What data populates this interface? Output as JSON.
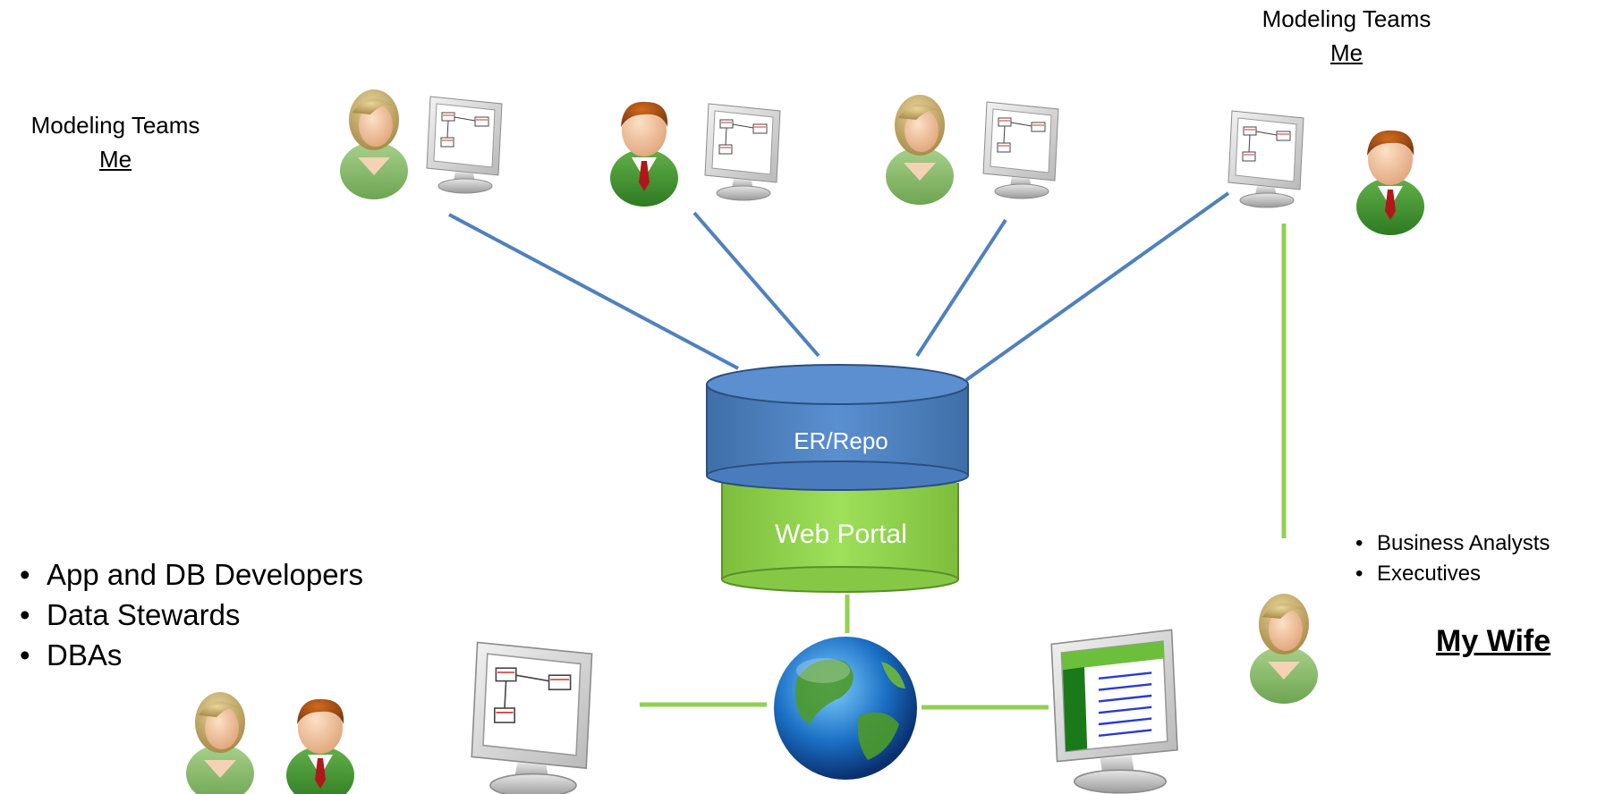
{
  "labels": {
    "modeling_teams_left": {
      "title": "Modeling Teams",
      "sub": "Me"
    },
    "modeling_teams_right": {
      "title": "Modeling Teams",
      "sub": "Me"
    },
    "my_wife": "My Wife"
  },
  "left_roles": [
    "App and DB Developers",
    "Data Stewards",
    "DBAs"
  ],
  "right_roles": [
    "Business Analysts",
    "Executives"
  ],
  "repository": {
    "top_label": "ER/Repo",
    "bottom_label": "Web Portal"
  },
  "colors": {
    "blue_line": "#4f81bd",
    "green_line": "#92d050",
    "repo_blue": "#4f81bd",
    "portal_green": "#92d050"
  },
  "icons": [
    "female-user-icon",
    "male-user-icon",
    "monitor-er-diagram-icon",
    "monitor-report-icon",
    "globe-icon",
    "database-cylinder-icon"
  ]
}
